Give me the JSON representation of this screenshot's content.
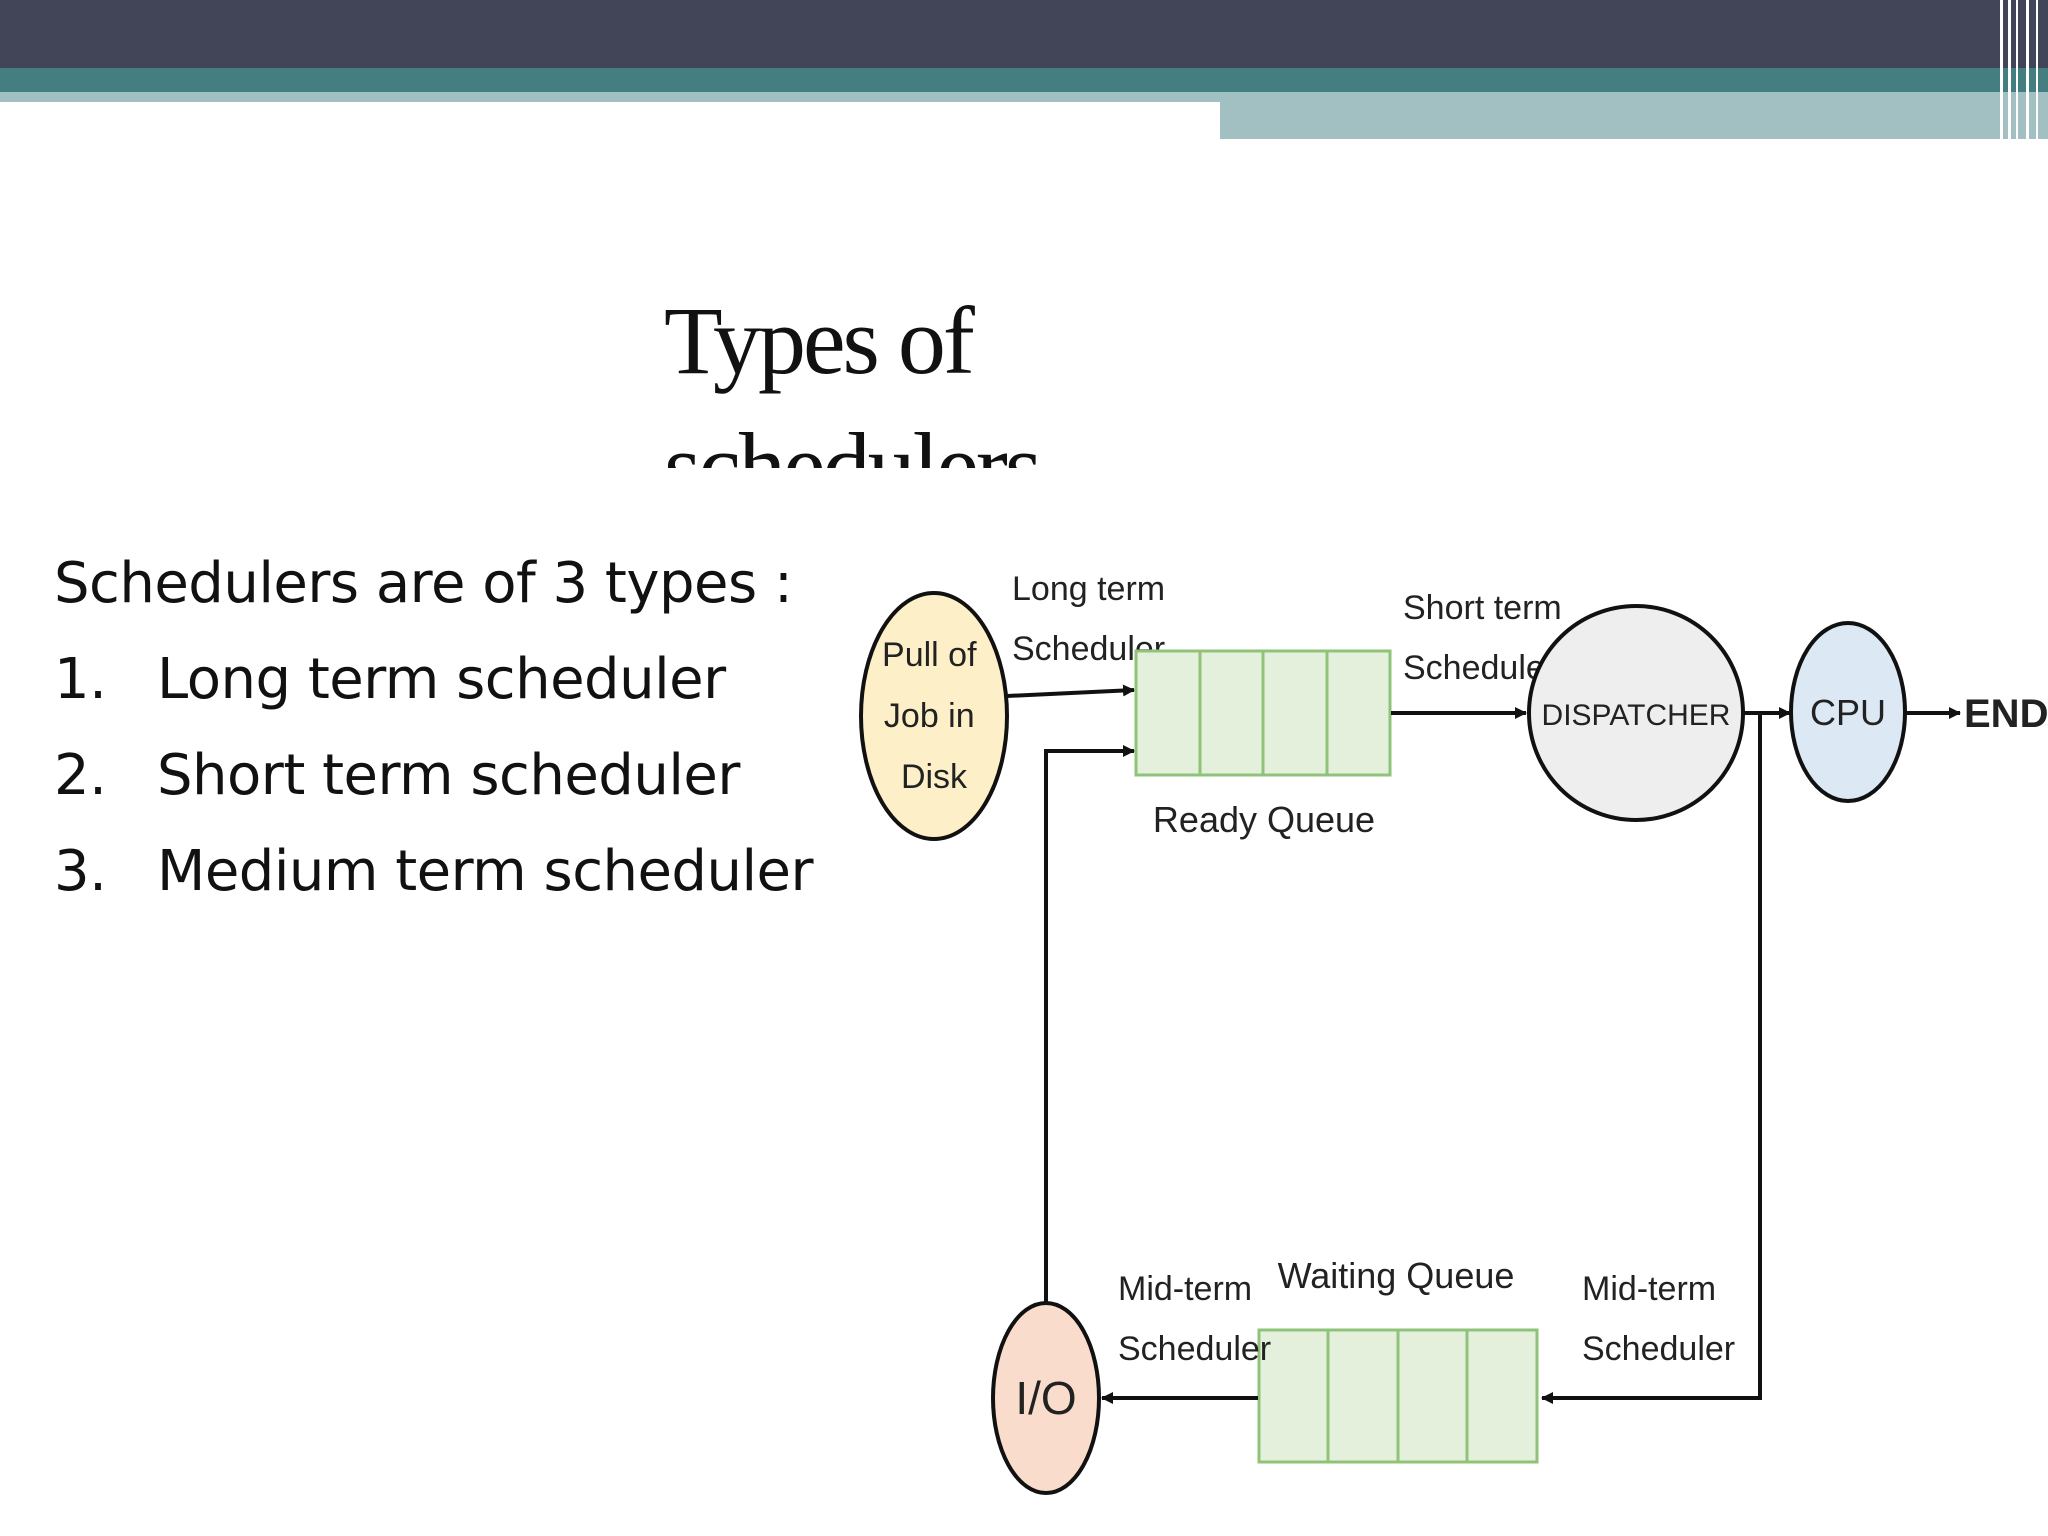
{
  "slide": {
    "title": "Types of schedulers",
    "intro": "Schedulers are of 3 types :",
    "items": [
      {
        "num": "1.",
        "label": "Long term scheduler"
      },
      {
        "num": "2.",
        "label": "Short term scheduler"
      },
      {
        "num": "3.",
        "label": "Medium term scheduler"
      }
    ]
  },
  "diagram": {
    "job_pool": [
      "Pull of",
      "Job in",
      "Disk"
    ],
    "long_term": [
      "Long term",
      "Scheduler"
    ],
    "ready_queue": "Ready Queue",
    "short_term": [
      "Short term",
      "Scheduler"
    ],
    "dispatcher": "DISPATCHER",
    "cpu": "CPU",
    "end": "END",
    "waiting_queue": "Waiting Queue",
    "mid_term_left": [
      "Mid-term",
      "Scheduler"
    ],
    "mid_term_right": [
      "Mid-term",
      "Scheduler"
    ],
    "io": "I/O"
  },
  "colors": {
    "header": "#424557",
    "teal": "#457e81",
    "light_teal": "#a2bfc2",
    "job_pool_fill": "#fdf0c8",
    "queue_fill": "#e4f0dc",
    "queue_border": "#8fc37a",
    "dispatcher_fill": "#eeeeee",
    "cpu_fill": "#dce8f4",
    "io_fill": "#f9dccb"
  }
}
